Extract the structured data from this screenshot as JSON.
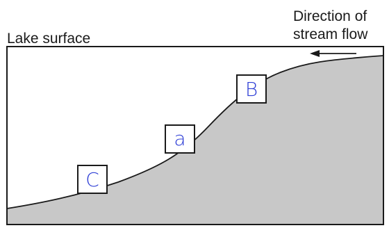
{
  "labels": {
    "lake_surface": "Lake surface",
    "direction_line1": "Direction of",
    "direction_line2": "stream flow"
  },
  "markers": [
    {
      "id": "b",
      "text": "B"
    },
    {
      "id": "a",
      "text": "a"
    },
    {
      "id": "c",
      "text": "C"
    }
  ],
  "colors": {
    "sediment_fill": "#c8c8c8",
    "outline": "#1a1a1a",
    "handwriting": "#2f3fd6",
    "background": "#ffffff"
  }
}
